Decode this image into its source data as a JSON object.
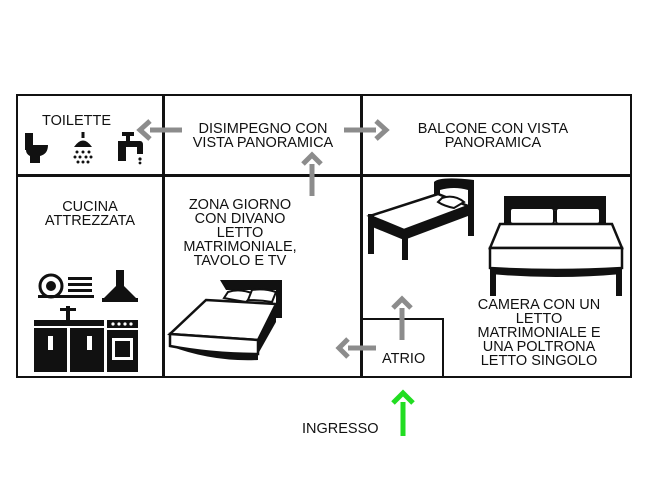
{
  "rooms": {
    "toilette": "TOILETTE",
    "disimpegno": [
      "DISIMPEGNO CON",
      "VISTA PANORAMICA"
    ],
    "balcone": [
      "BALCONE CON VISTA",
      "PANORAMICA"
    ],
    "cucina": [
      "CUCINA",
      "ATTREZZATA"
    ],
    "zona_giorno": [
      "ZONA GIORNO",
      "CON DIVANO",
      "LETTO",
      "MATRIMONIALE,",
      "TAVOLO E TV"
    ],
    "camera": [
      "CAMERA CON UN",
      "LETTO",
      "MATRIMONIALE E",
      "UNA POLTRONA",
      "LETTO SINGOLO"
    ],
    "atrio": "ATRIO"
  },
  "entrance": "INGRESSO",
  "colors": {
    "arrow": "#8c8c8c",
    "entrance_arrow": "#22dd22",
    "wall": "#111111"
  },
  "icons": [
    "toilet-icon",
    "shower-icon",
    "faucet-icon",
    "plates-icon",
    "hood-icon",
    "kitchen-cabinets-icon",
    "double-bed-icon",
    "single-bed-icon"
  ]
}
